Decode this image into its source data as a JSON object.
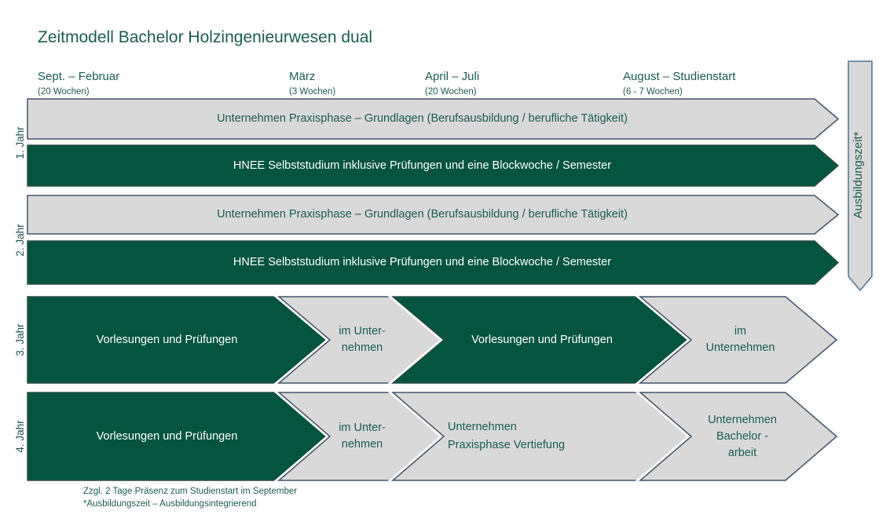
{
  "title": "Zeitmodell Bachelor Holzingenieurwesen dual",
  "colors": {
    "arrow_green": "#055440",
    "arrow_gray": "#d9d9d9",
    "outline_slate": "#44546a",
    "text_teal": "#1a5c50",
    "text_white": "#ffffff"
  },
  "timeline": [
    {
      "period": "Sept. – Februar",
      "duration": "(20 Wochen)"
    },
    {
      "period": "März",
      "duration": "(3 Wochen)"
    },
    {
      "period": "April – Juli",
      "duration": "(20 Wochen)"
    },
    {
      "period": "August – Studienstart",
      "duration": "(6 - 7 Wochen)"
    }
  ],
  "side_arrow": {
    "label": "Ausbildungszeit*"
  },
  "years": [
    {
      "label": "1. Jahr",
      "arrows": [
        {
          "text": "Unternehmen Praxisphase – Grundlagen (Berufsausbildung / berufliche Tätigkeit)"
        },
        {
          "text": "HNEE Selbststudium inklusive Prüfungen und  eine Blockwoche / Semester"
        }
      ]
    },
    {
      "label": "2. Jahr",
      "arrows": [
        {
          "text": "Unternehmen Praxisphase – Grundlagen (Berufsausbildung / berufliche Tätigkeit)"
        },
        {
          "text": "HNEE Selbststudium inklusive Prüfungen und eine Blockwoche / Semester"
        }
      ]
    },
    {
      "label": "3. Jahr",
      "arrows": [
        {
          "text": "Vorlesungen und Prüfungen"
        },
        {
          "line1": "im Unter-",
          "line2": "nehmen"
        },
        {
          "text": "Vorlesungen und Prüfungen"
        },
        {
          "line1": "im",
          "line2": "Unternehmen"
        }
      ]
    },
    {
      "label": "4. Jahr",
      "arrows": [
        {
          "text": "Vorlesungen und Prüfungen"
        },
        {
          "line1": "im Unter-",
          "line2": "nehmen"
        },
        {
          "line1": "Unternehmen",
          "line2": "Praxisphase Vertiefung"
        },
        {
          "line1": "Unternehmen",
          "line2": "Bachelor -",
          "line3": "arbeit"
        }
      ]
    }
  ],
  "footnotes": [
    "Zzgl. 2 Tage Präsenz zum Studienstart im September",
    "*Ausbildungszeit – Ausbildungsintegrierend"
  ]
}
